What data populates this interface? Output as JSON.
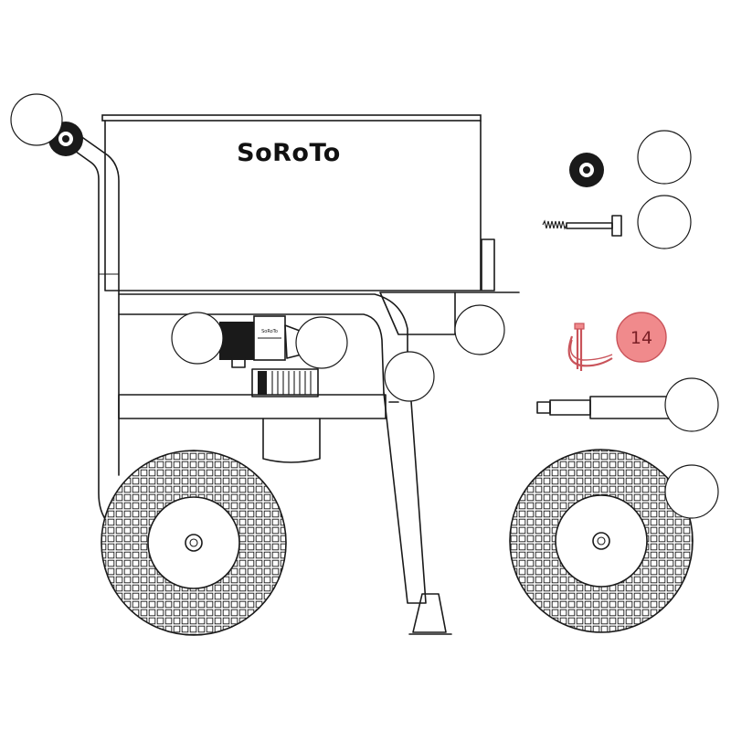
{
  "brand": {
    "mixer_logo": "SoRoTo",
    "motor_logo": "SoRoTo"
  },
  "callouts": [
    {
      "id": "callout-1",
      "label": ""
    },
    {
      "id": "callout-2",
      "label": ""
    },
    {
      "id": "callout-3",
      "label": ""
    },
    {
      "id": "callout-4",
      "label": ""
    },
    {
      "id": "callout-5",
      "label": ""
    },
    {
      "id": "callout-6",
      "label": ""
    },
    {
      "id": "callout-7",
      "label": ""
    },
    {
      "id": "callout-8",
      "label": ""
    },
    {
      "id": "callout-9",
      "label": ""
    },
    {
      "id": "callout-10",
      "label": ""
    },
    {
      "id": "callout-14",
      "label": "14",
      "highlighted": true
    }
  ],
  "colors": {
    "line": "#1a1a1a",
    "highlight_fill": "#f08a8c",
    "highlight_text": "#7a1f26",
    "part_highlight": "#c9535a"
  },
  "icons": [
    "grip-knob-icon",
    "bushing-icon",
    "spring-bolt-icon",
    "lynch-pin-icon",
    "axle-icon",
    "wheel-icon"
  ]
}
